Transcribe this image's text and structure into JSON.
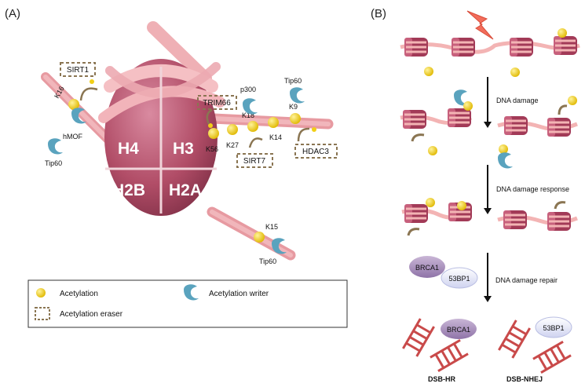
{
  "panels": {
    "a_label": "(A)",
    "b_label": "(B)"
  },
  "histones": {
    "h4": "H4",
    "h3": "H3",
    "h2b": "H2B",
    "h2a": "H2A"
  },
  "sites": {
    "k16": "K16",
    "k18": "K18",
    "k9": "K9",
    "k56": "K56",
    "k27": "K27",
    "k14": "K14",
    "k15": "K15"
  },
  "enzymes": {
    "sirt1": "SIRT1",
    "trim66": "TRIM66",
    "sirt7": "SIRT7",
    "hdac3": "HDAC3",
    "p300": "p300",
    "tip60_top": "Tip60",
    "hmof": "hMOF",
    "tip60_left": "Tip60",
    "tip60_bottom": "Tip60"
  },
  "legend": {
    "acetylation": "Acetylation",
    "writer": "Acetylation writer",
    "eraser": "Acetylation eraser"
  },
  "steps": {
    "damage": "DNA damage",
    "response": "DNA damage response",
    "repair": "DNA damage repair"
  },
  "proteins": {
    "brca1": "BRCA1",
    "bp53": "53BP1"
  },
  "outcomes": {
    "hr": "DSB-HR",
    "nhej": "DSB-NHEJ"
  },
  "colors": {
    "histone": "#a8465e",
    "dna": "#f3b4b4",
    "acetyl": "#f1cf16",
    "writer": "#5aa3be",
    "eraser": "#8a7552"
  }
}
